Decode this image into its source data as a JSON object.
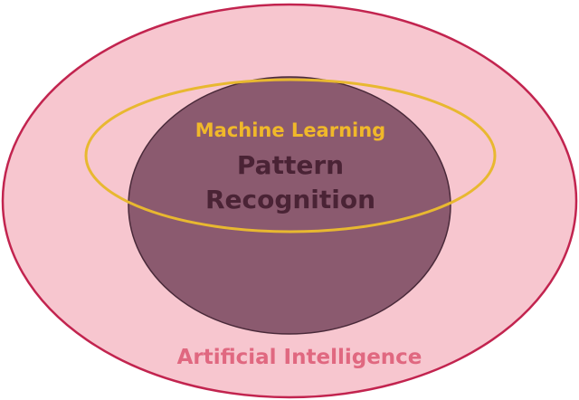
{
  "diagram": {
    "outer": {
      "label": "Artificial Intelligence",
      "fill": "#f7c6cf",
      "stroke": "#c2244f",
      "text_color": "#e06880"
    },
    "inner": {
      "label_line1": "Pattern",
      "label_line2": "Recognition",
      "fill": "#8b5a6f",
      "stroke": "#4a2a3a",
      "text_color": "#4a2335"
    },
    "ring": {
      "label": "Machine Learning",
      "stroke": "#e8b830",
      "text_color": "#f0b82a"
    }
  }
}
